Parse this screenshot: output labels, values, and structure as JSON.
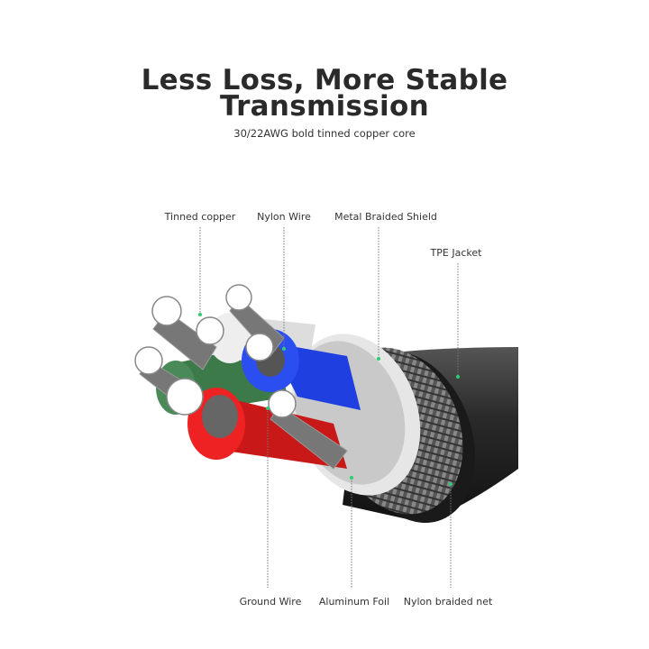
{
  "header": {
    "title_line1": "Less Loss, More Stable",
    "title_line2": "Transmission",
    "subtitle": "30/22AWG bold tinned copper core"
  },
  "callouts": {
    "top": [
      "Tinned copper",
      "Nylon Wire",
      "Metal Braided Shield",
      "TPE Jacket"
    ],
    "bottom": [
      "Ground Wire",
      "Aluminum Foil",
      "Nylon braided net"
    ]
  },
  "colors": {
    "dot": "#2ecc71",
    "jacket": "#262626",
    "red": "#d81f1f",
    "blue": "#1f3fe0",
    "green": "#3c7a4a"
  }
}
